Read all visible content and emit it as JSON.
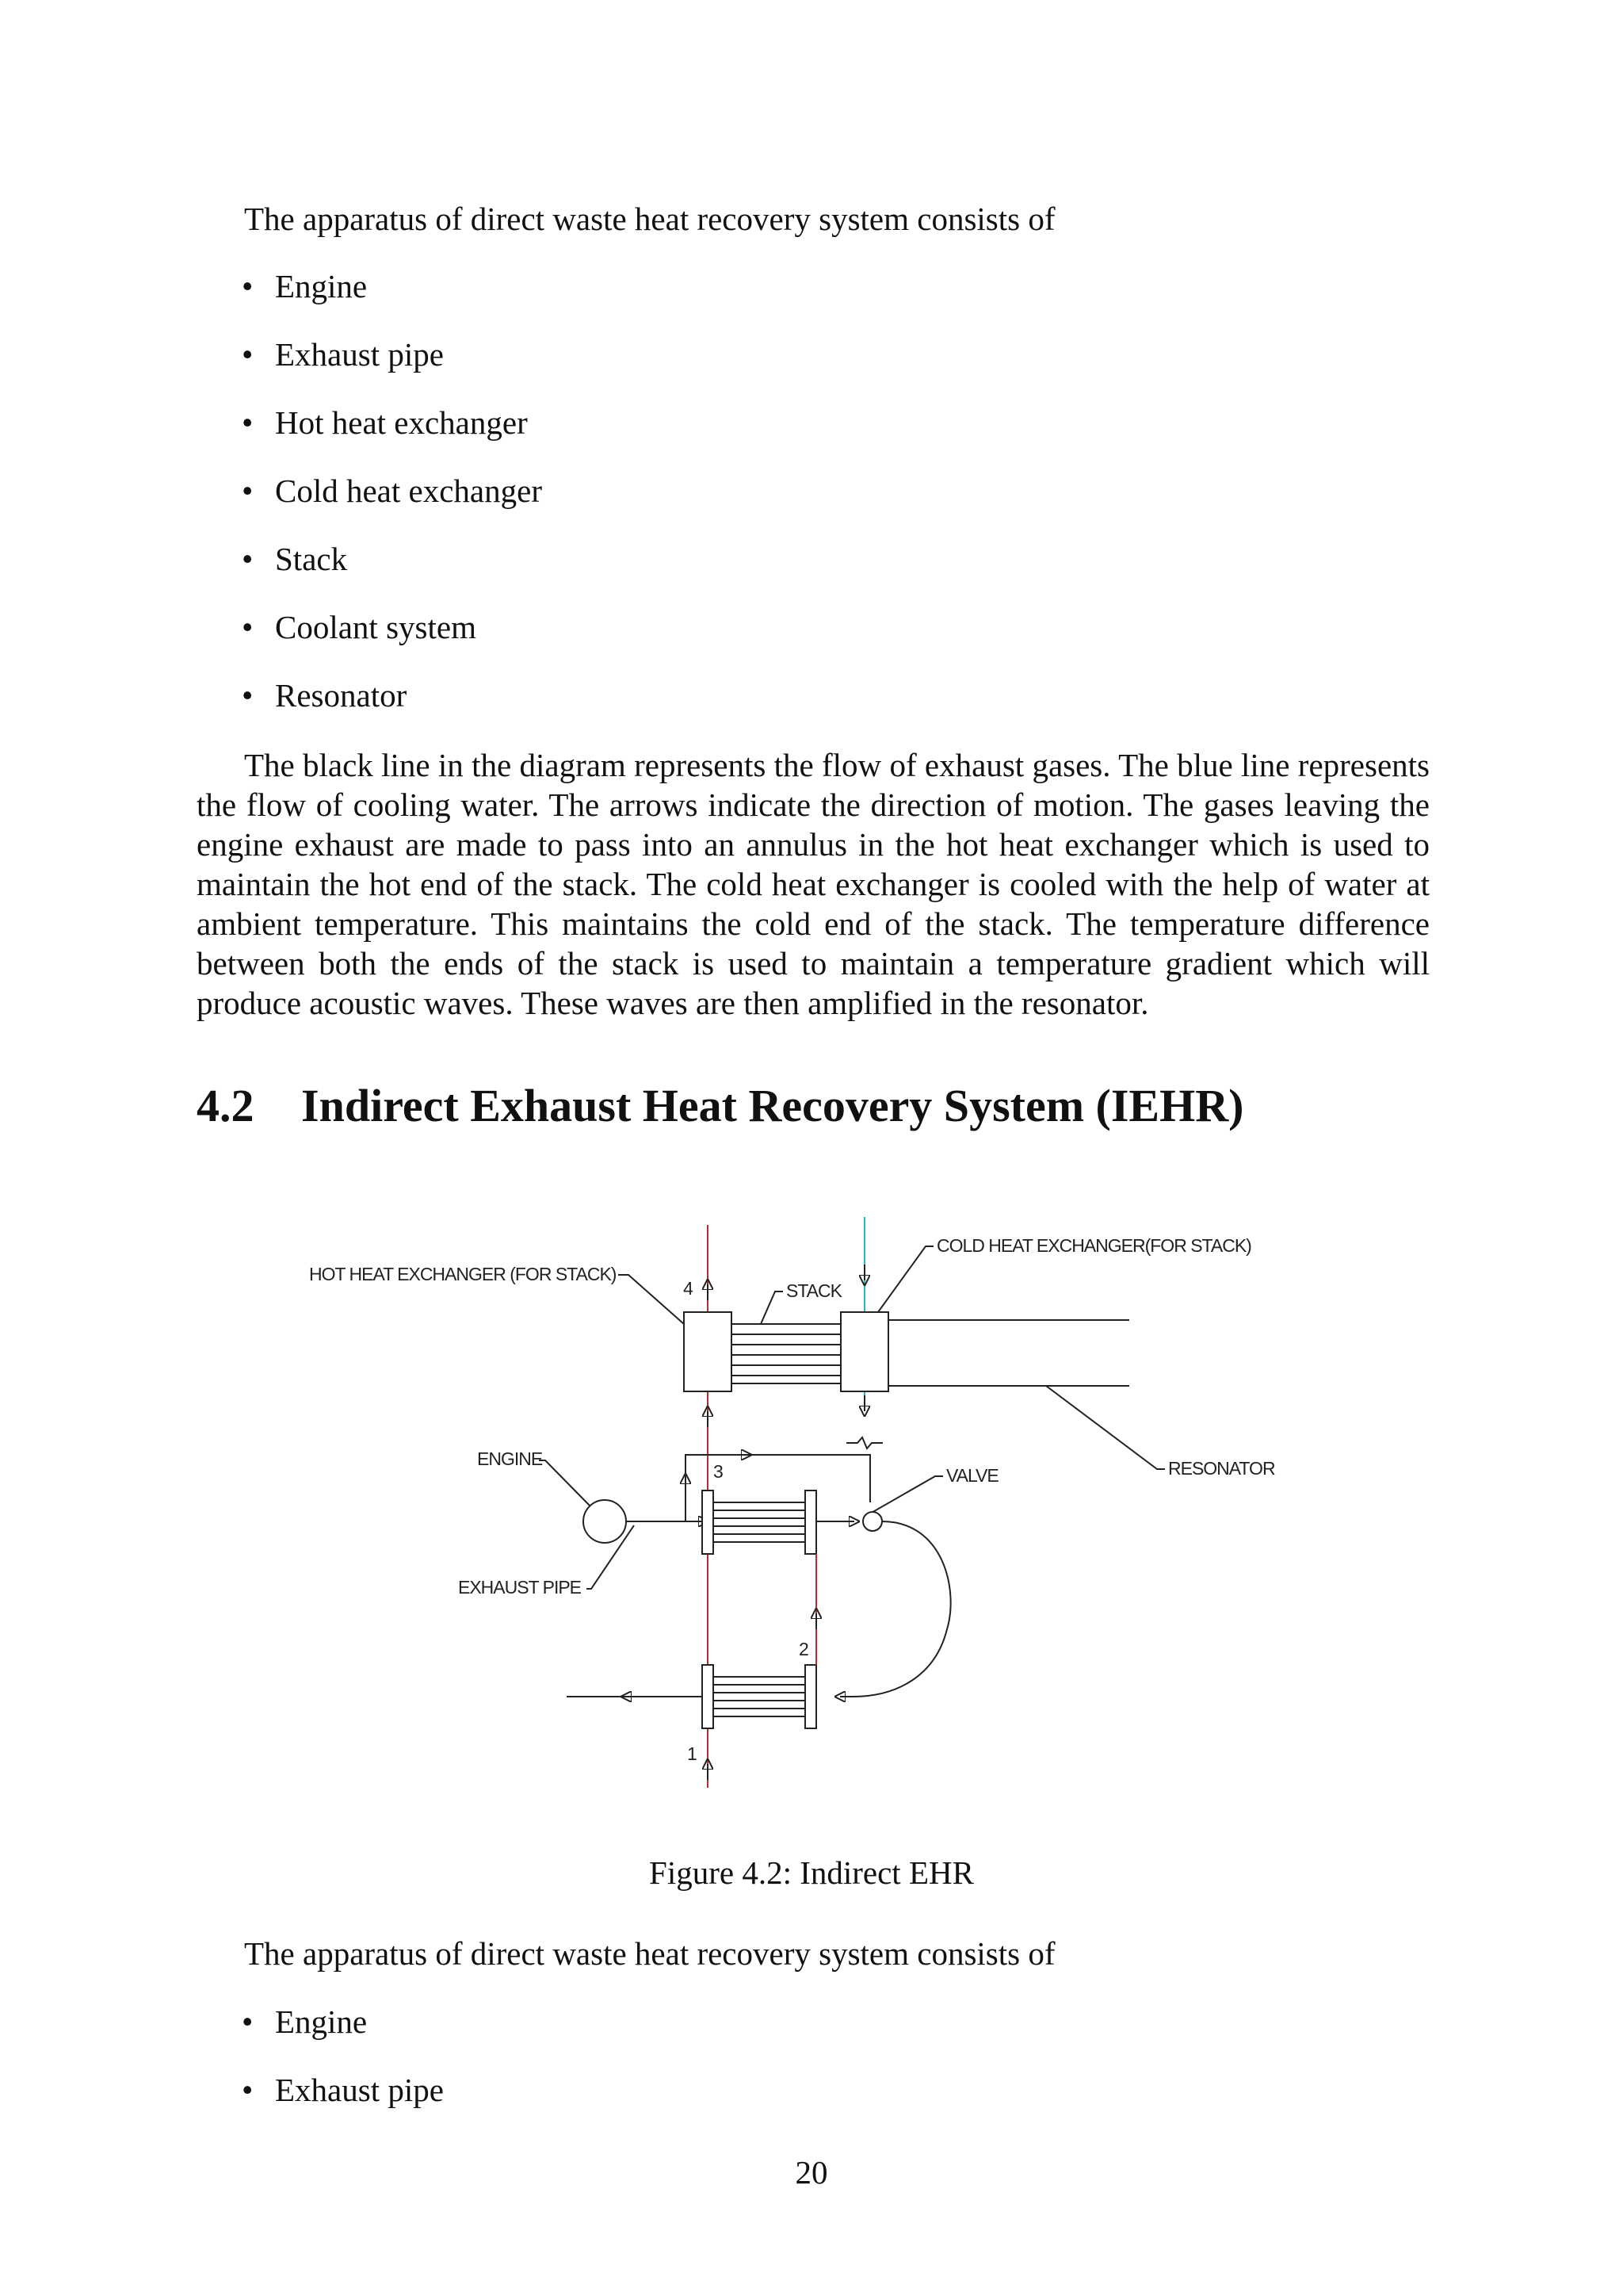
{
  "intro_text": "The apparatus of direct waste heat recovery system consists of",
  "components": [
    "Engine",
    "Exhaust pipe",
    "Hot heat exchanger",
    "Cold heat exchanger",
    "Stack",
    "Coolant system",
    "Resonator"
  ],
  "paragraph": "The black line in the diagram represents the flow of exhaust gases. The blue line represents the flow of cooling water. The arrows indicate the direction of motion. The gases leaving the engine exhaust are made to pass into an annulus in the hot heat exchanger which is used to maintain the hot end of the stack. The cold heat exchanger is cooled with the help of water at ambient temperature. This maintains the cold end of the stack. The temperature difference between both the ends of the stack is used to maintain a temperature gradient which will produce acoustic waves. These waves are then amplified in the resonator.",
  "section": {
    "number": "4.2",
    "title": "Indirect Exhaust Heat Recovery System (IEHR)"
  },
  "diagram": {
    "labels": {
      "hot_hx": "HOT HEAT EXCHANGER (FOR STACK)",
      "cold_hx": "COLD HEAT EXCHANGER(FOR STACK)",
      "stack": "STACK",
      "resonator": "RESONATOR",
      "engine": "ENGINE",
      "valve": "VALVE",
      "exhaust_pipe": "EXHAUST PIPE"
    },
    "points": [
      "1",
      "2",
      "3",
      "4"
    ],
    "colors": {
      "exhaust_line": "#b03030",
      "coolant_line": "#2bb5c8",
      "line": "#222222"
    }
  },
  "caption": "Figure 4.2: Indirect EHR",
  "intro_text_2": "The apparatus of direct waste heat recovery system consists of",
  "components_2": [
    "Engine",
    "Exhaust pipe"
  ],
  "page_number": "20"
}
